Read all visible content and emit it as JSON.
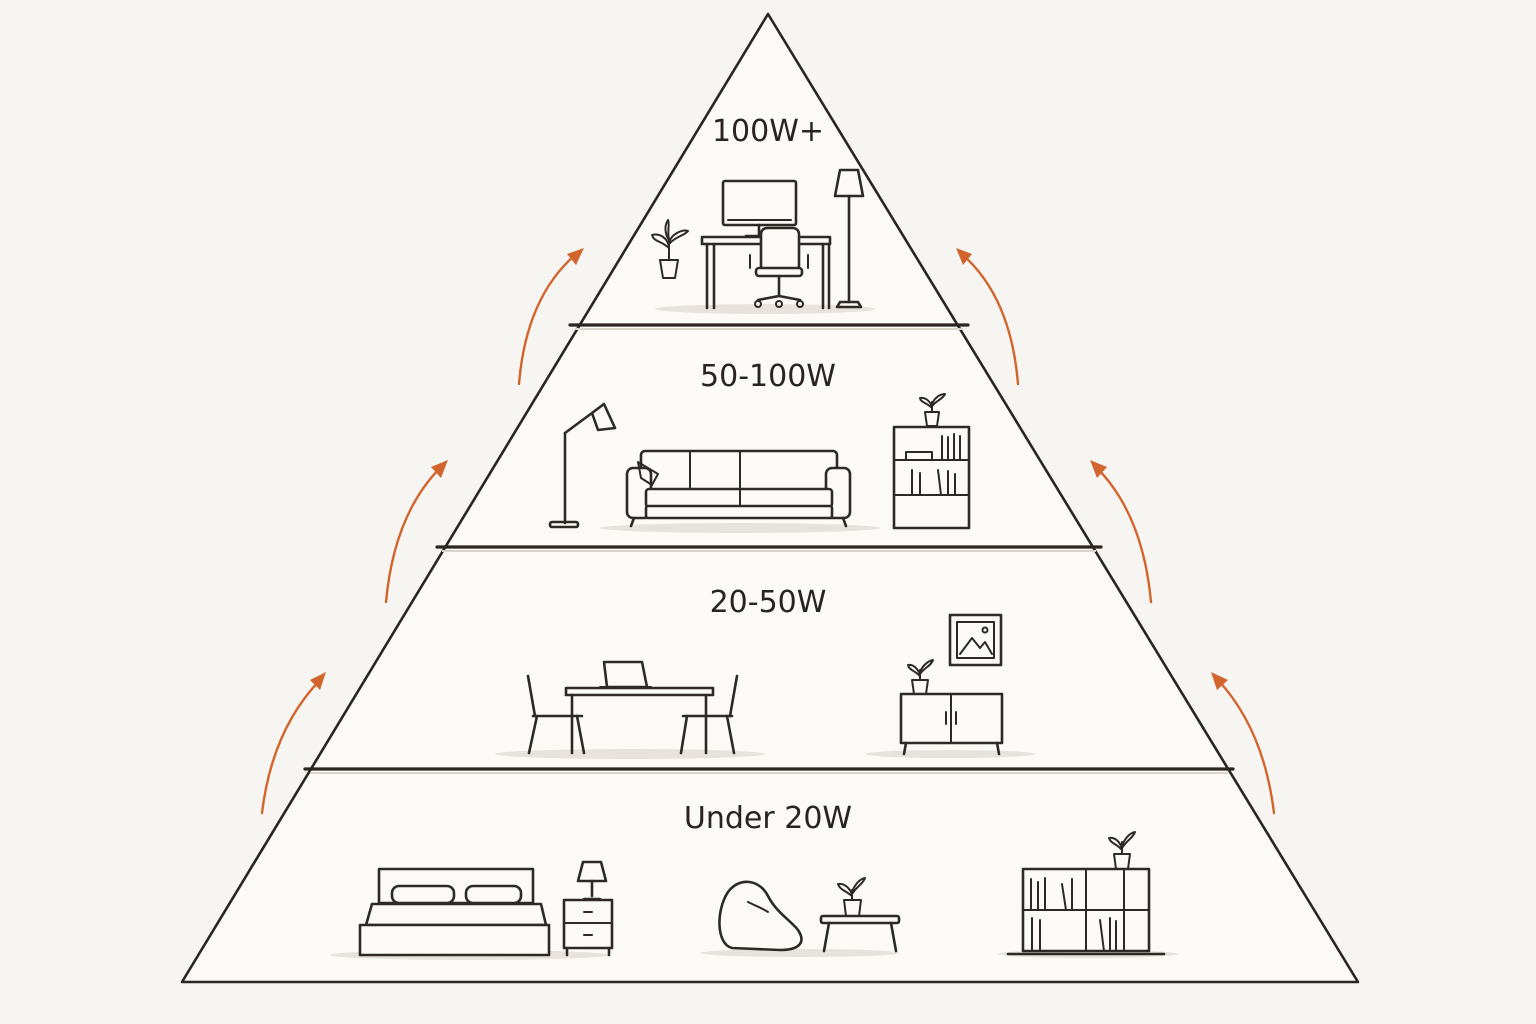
{
  "tiers": [
    {
      "label": "100W+"
    },
    {
      "label": "50-100W"
    },
    {
      "label": "20-50W"
    },
    {
      "label": "Under 20W"
    }
  ],
  "icons": [
    "monitor-icon",
    "desk-icon",
    "office-chair-icon",
    "floor-lamp-icon",
    "potted-plant-icon",
    "arc-lamp-icon",
    "sofa-icon",
    "bookshelf-icon",
    "dining-table-icon",
    "dining-chair-icon",
    "laptop-icon",
    "sideboard-icon",
    "framed-picture-icon",
    "bed-icon",
    "nightstand-icon",
    "table-lamp-icon",
    "bean-bag-icon",
    "coffee-table-icon",
    "shelving-unit-icon"
  ],
  "colors": {
    "background": "#f7f5f1",
    "outline": "#2b2421",
    "accent_arrows": "#d2652e"
  }
}
